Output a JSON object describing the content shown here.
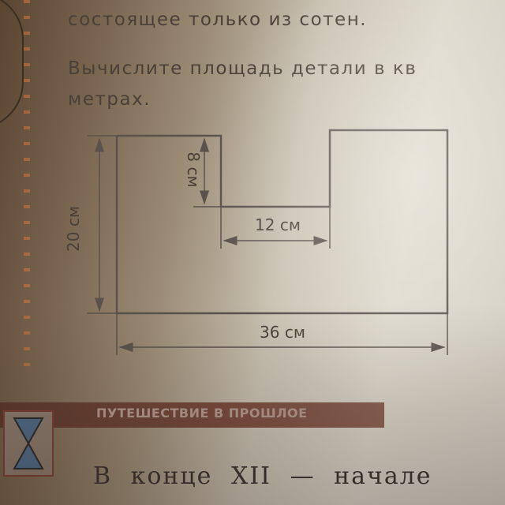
{
  "page": {
    "lines": [
      "состоящее только из сотен.",
      "Вычислите площадь детали в кв",
      "метрах."
    ],
    "figure": {
      "labels": {
        "height_total": "20 см",
        "notch_depth": "8 см",
        "notch_width": "12 см",
        "width_total": "36 см"
      }
    },
    "section_banner": "ПУТЕШЕСТВИЕ В ПРОШЛОЕ",
    "section_icon": "hourglass-icon",
    "paragraph_start": "В конце XII — начале"
  }
}
